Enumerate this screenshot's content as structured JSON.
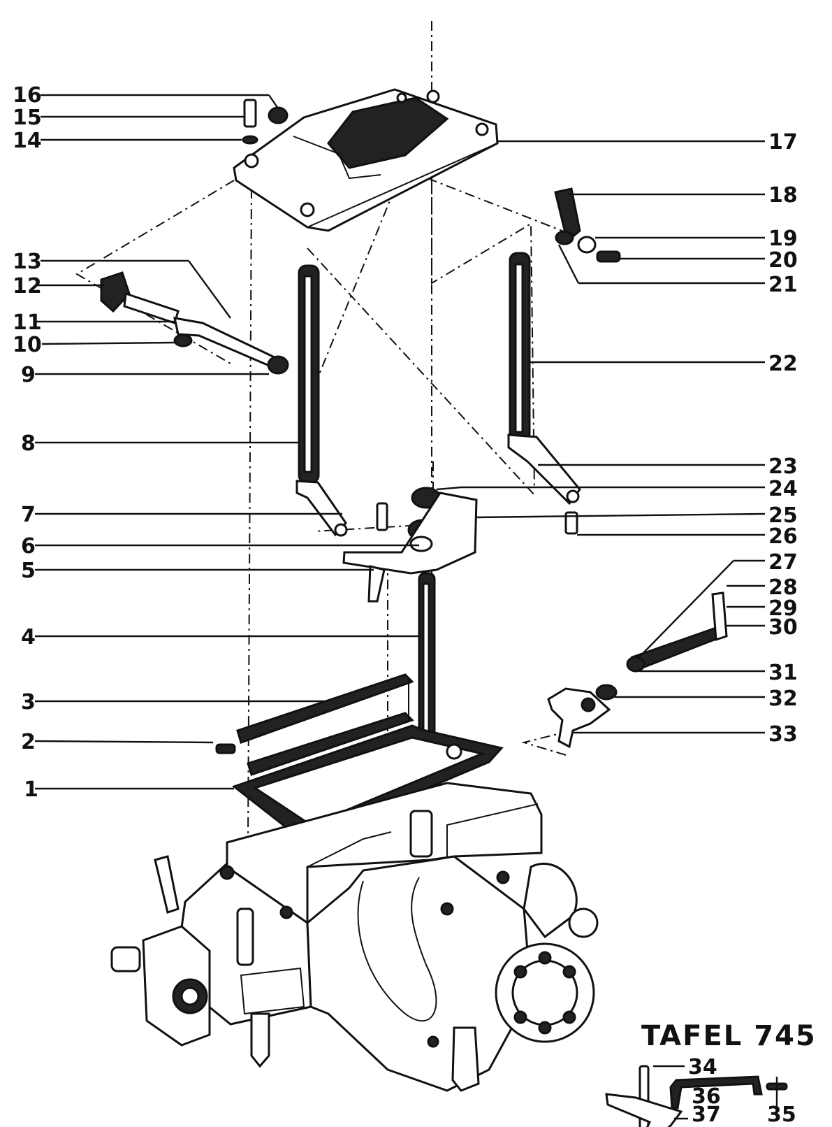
{
  "plate": {
    "title": "TAFEL 745"
  },
  "callouts_left": [
    {
      "id": "16",
      "label": "16"
    },
    {
      "id": "15",
      "label": "15"
    },
    {
      "id": "14",
      "label": "14"
    },
    {
      "id": "13",
      "label": "13"
    },
    {
      "id": "12",
      "label": "12"
    },
    {
      "id": "11",
      "label": "11"
    },
    {
      "id": "10",
      "label": "10"
    },
    {
      "id": "9",
      "label": "9"
    },
    {
      "id": "8",
      "label": "8"
    },
    {
      "id": "7",
      "label": "7"
    },
    {
      "id": "6",
      "label": "6"
    },
    {
      "id": "5",
      "label": "5"
    },
    {
      "id": "4",
      "label": "4"
    },
    {
      "id": "3",
      "label": "3"
    },
    {
      "id": "2",
      "label": "2"
    },
    {
      "id": "1",
      "label": "1"
    }
  ],
  "callouts_right": [
    {
      "id": "17",
      "label": "17"
    },
    {
      "id": "18",
      "label": "18"
    },
    {
      "id": "19",
      "label": "19"
    },
    {
      "id": "20",
      "label": "20"
    },
    {
      "id": "21",
      "label": "21"
    },
    {
      "id": "22",
      "label": "22"
    },
    {
      "id": "23",
      "label": "23"
    },
    {
      "id": "24",
      "label": "24"
    },
    {
      "id": "25",
      "label": "25"
    },
    {
      "id": "26",
      "label": "26"
    },
    {
      "id": "27",
      "label": "27"
    },
    {
      "id": "28",
      "label": "28"
    },
    {
      "id": "29",
      "label": "29"
    },
    {
      "id": "30",
      "label": "30"
    },
    {
      "id": "31",
      "label": "31"
    },
    {
      "id": "32",
      "label": "32"
    },
    {
      "id": "33",
      "label": "33"
    }
  ],
  "callouts_inset": [
    {
      "id": "34",
      "label": "34"
    },
    {
      "id": "35",
      "label": "35"
    },
    {
      "id": "36",
      "label": "36"
    },
    {
      "id": "37",
      "label": "37"
    }
  ]
}
